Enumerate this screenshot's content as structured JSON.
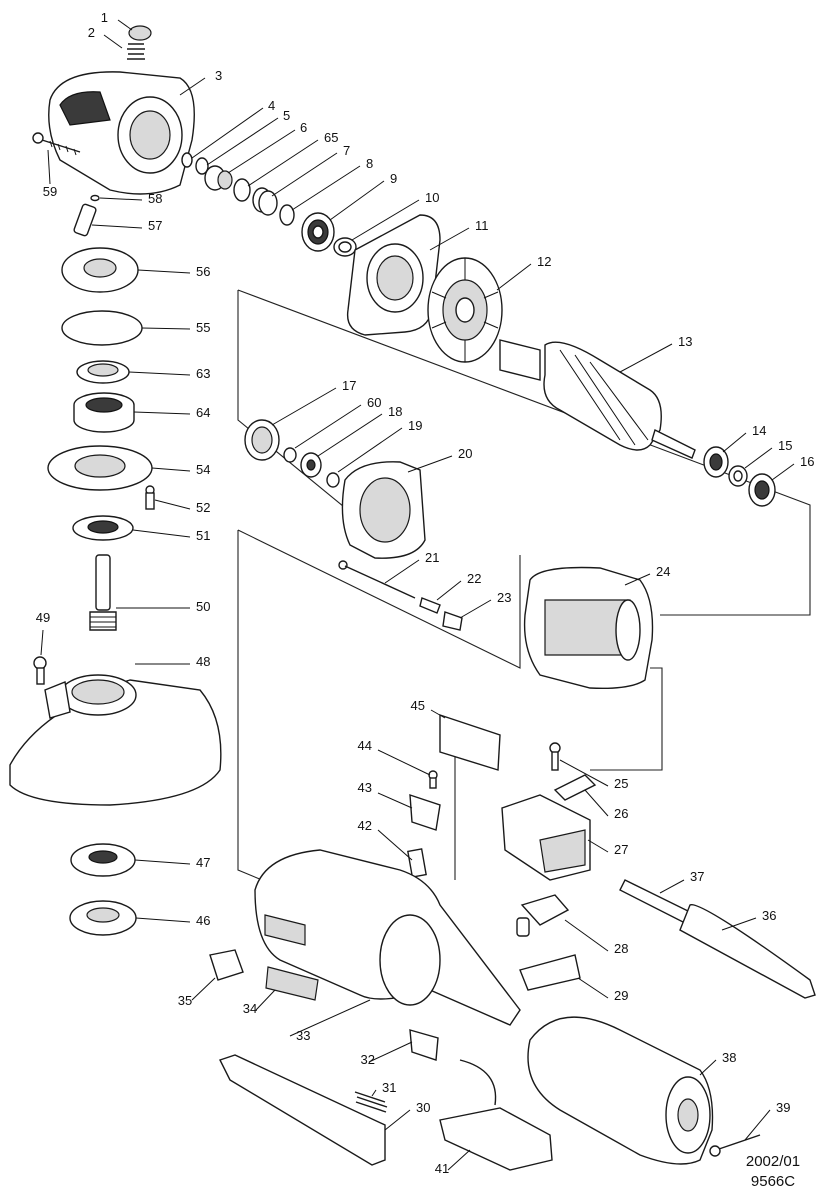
{
  "diagram": {
    "callouts": [
      {
        "id": "1",
        "label": "1"
      },
      {
        "id": "2",
        "label": "2"
      },
      {
        "id": "3",
        "label": "3"
      },
      {
        "id": "4",
        "label": "4"
      },
      {
        "id": "5",
        "label": "5"
      },
      {
        "id": "6",
        "label": "6"
      },
      {
        "id": "65",
        "label": "65"
      },
      {
        "id": "7",
        "label": "7"
      },
      {
        "id": "8",
        "label": "8"
      },
      {
        "id": "9",
        "label": "9"
      },
      {
        "id": "10",
        "label": "10"
      },
      {
        "id": "11",
        "label": "11"
      },
      {
        "id": "12",
        "label": "12"
      },
      {
        "id": "13",
        "label": "13"
      },
      {
        "id": "14",
        "label": "14"
      },
      {
        "id": "15",
        "label": "15"
      },
      {
        "id": "16",
        "label": "16"
      },
      {
        "id": "17",
        "label": "17"
      },
      {
        "id": "60",
        "label": "60"
      },
      {
        "id": "18",
        "label": "18"
      },
      {
        "id": "19",
        "label": "19"
      },
      {
        "id": "20",
        "label": "20"
      },
      {
        "id": "21",
        "label": "21"
      },
      {
        "id": "22",
        "label": "22"
      },
      {
        "id": "23",
        "label": "23"
      },
      {
        "id": "24",
        "label": "24"
      },
      {
        "id": "25",
        "label": "25"
      },
      {
        "id": "26",
        "label": "26"
      },
      {
        "id": "27",
        "label": "27"
      },
      {
        "id": "28",
        "label": "28"
      },
      {
        "id": "29",
        "label": "29"
      },
      {
        "id": "30",
        "label": "30"
      },
      {
        "id": "31",
        "label": "31"
      },
      {
        "id": "32",
        "label": "32"
      },
      {
        "id": "33",
        "label": "33"
      },
      {
        "id": "34",
        "label": "34"
      },
      {
        "id": "35",
        "label": "35"
      },
      {
        "id": "36",
        "label": "36"
      },
      {
        "id": "37",
        "label": "37"
      },
      {
        "id": "38",
        "label": "38"
      },
      {
        "id": "39",
        "label": "39"
      },
      {
        "id": "41",
        "label": "41"
      },
      {
        "id": "42",
        "label": "42"
      },
      {
        "id": "43",
        "label": "43"
      },
      {
        "id": "44",
        "label": "44"
      },
      {
        "id": "45",
        "label": "45"
      },
      {
        "id": "46",
        "label": "46"
      },
      {
        "id": "47",
        "label": "47"
      },
      {
        "id": "48",
        "label": "48"
      },
      {
        "id": "49",
        "label": "49"
      },
      {
        "id": "50",
        "label": "50"
      },
      {
        "id": "51",
        "label": "51"
      },
      {
        "id": "52",
        "label": "52"
      },
      {
        "id": "54",
        "label": "54"
      },
      {
        "id": "55",
        "label": "55"
      },
      {
        "id": "56",
        "label": "56"
      },
      {
        "id": "57",
        "label": "57"
      },
      {
        "id": "58",
        "label": "58"
      },
      {
        "id": "59",
        "label": "59"
      },
      {
        "id": "63",
        "label": "63"
      },
      {
        "id": "64",
        "label": "64"
      }
    ],
    "footer": {
      "date": "2002/01",
      "model": "9566C"
    }
  }
}
